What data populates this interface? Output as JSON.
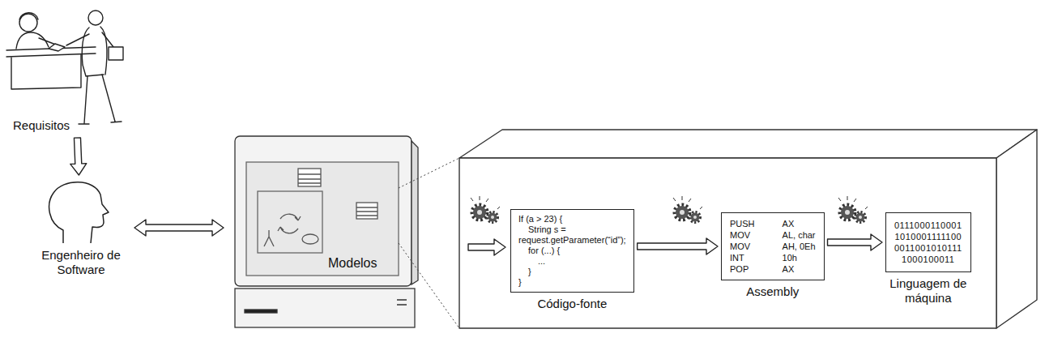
{
  "diagram": {
    "nodes": [
      {
        "text": [
          "Requisitos"
        ]
      },
      {
        "text": [
          "Engenheiro de Software"
        ]
      },
      {
        "text": [
          "Modelos"
        ]
      },
      {
        "text": [
          "If (a > 23) {",
          "String s =",
          "request.getParameter(“id”);",
          "for (...) {",
          "...",
          "}",
          "}",
          "Código-fonte"
        ]
      },
      {
        "text": [
          "PUSH",
          "AX",
          "MOV",
          "AL, char",
          "MOV",
          "AH, 0Eh",
          "INT",
          "10h",
          "POP",
          "AX",
          "Assembly"
        ]
      },
      {
        "text": [
          "0111000110001",
          "1010001111100",
          "0011001010111",
          "1000100011",
          "Linguagem de máquina"
        ]
      }
    ],
    "edges": [
      {
        "from": 0,
        "to": 1,
        "arrow": "to"
      },
      {
        "from": 1,
        "to": 2,
        "arrow": "both"
      },
      {
        "from": 3,
        "to": 4,
        "arrow": "to"
      },
      {
        "from": 4,
        "to": 5,
        "arrow": "to"
      }
    ]
  }
}
